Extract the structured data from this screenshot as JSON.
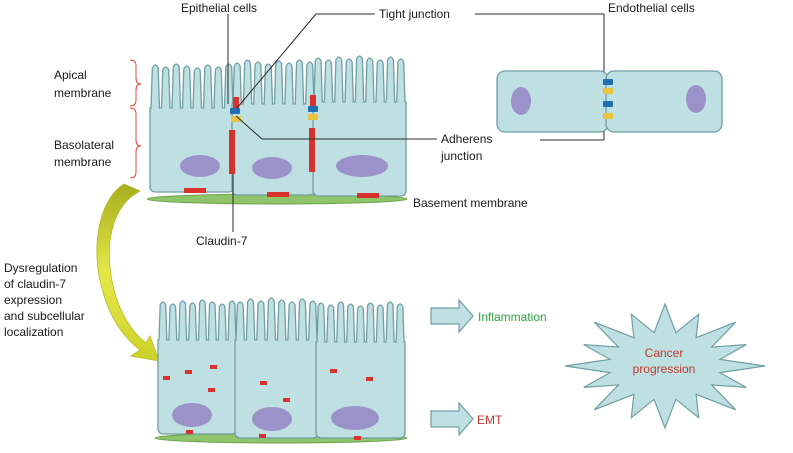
{
  "labels": {
    "epithelial_cells": "Epithelial cells",
    "tight_junction": "Tight junction",
    "endothelial_cells": "Endothelial cells",
    "apical_line1": "Apical",
    "apical_line2": "membrane",
    "basolateral_line1": "Basolateral",
    "basolateral_line2": "membrane",
    "adherens_line1": "Adherens",
    "adherens_line2": "junction",
    "basement_membrane": "Basement membrane",
    "claudin7": "Claudin-7",
    "dysreg_line1": "Dysregulation",
    "dysreg_line2": "of claudin-7",
    "dysreg_line3": "expression",
    "dysreg_line4": "and subcellular",
    "dysreg_line5": "localization",
    "inflammation": "Inflammation",
    "emt": "EMT",
    "cancer_line1": "Cancer",
    "cancer_line2": "progression"
  },
  "colors": {
    "cell_fill": "#bfe0e2",
    "cell_stroke": "#6f9ea3",
    "nucleus": "#9b92c9",
    "claudin": "#d9312b",
    "tight_junction": "#1f6fb5",
    "adherens_junction": "#e9c43c",
    "basement": "#8fc46a",
    "curved_arrow": "#d8dd2a",
    "bracket": "#e8473d",
    "green_text": "#2ea043",
    "red_text": "#c0392b"
  }
}
